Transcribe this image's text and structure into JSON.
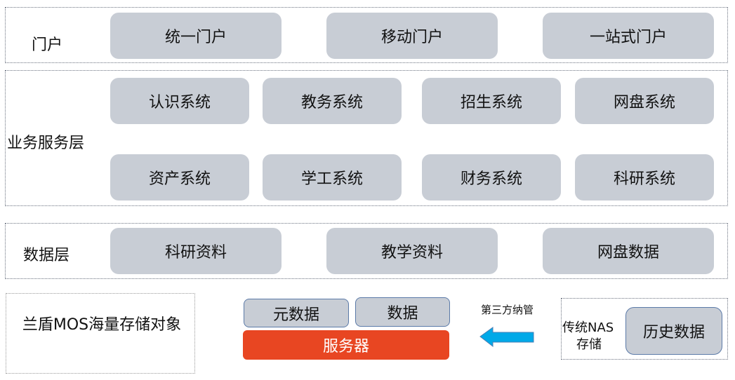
{
  "portal": {
    "label": "门户",
    "items": [
      "统一门户",
      "移动门户",
      "一站式门户"
    ]
  },
  "business": {
    "label": "业务服务层",
    "row1": [
      "认识系统",
      "教务系统",
      "招生系统",
      "网盘系统"
    ],
    "row2": [
      "资产系统",
      "学工系统",
      "财务系统",
      "科研系统"
    ]
  },
  "data_layer": {
    "label": "数据层",
    "items": [
      "科研资料",
      "教学资料",
      "网盘数据"
    ]
  },
  "storage": {
    "label": "兰盾MOS海量存储对象",
    "metadata": "元数据",
    "data": "数据",
    "server": "服务器",
    "arrow_label": "第三方纳管",
    "nas_label_1": "传统NAS",
    "nas_label_2": "存储",
    "history": "历史数据"
  },
  "colors": {
    "box": "#c8cdd5",
    "server": "#e84622",
    "arrow": "#00a9e8"
  }
}
